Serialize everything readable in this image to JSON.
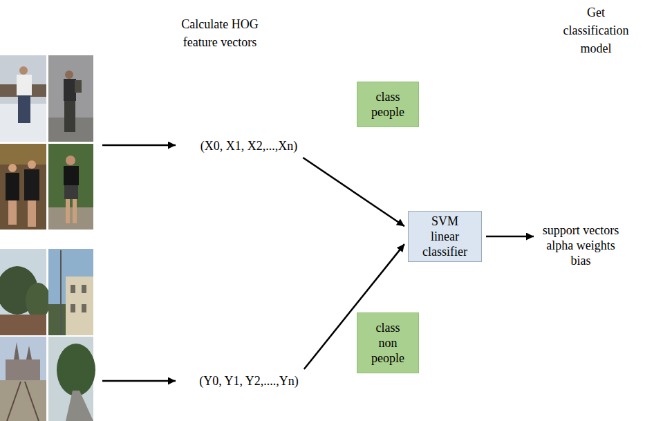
{
  "diagram": {
    "nodes": [
      {
        "text": [
          "(X0, X1, X2,...,Xn)"
        ]
      },
      {
        "text": [
          "class people"
        ]
      },
      {
        "text": [
          "SVM linear classifier"
        ]
      },
      {
        "text": [
          "support vectors alpha weights bias"
        ]
      },
      {
        "text": [
          "(Y0, Y1, Y2,....,Yn)"
        ]
      },
      {
        "text": [
          "class non people"
        ]
      }
    ],
    "edges": [
      {
        "from": 0,
        "to": 2,
        "arrow": "to"
      },
      {
        "from": 4,
        "to": 2,
        "arrow": "to"
      },
      {
        "from": 2,
        "to": 3,
        "arrow": "to"
      }
    ],
    "labels": [
      "Calculate HOG feature vectors",
      "Get classification model"
    ]
  }
}
